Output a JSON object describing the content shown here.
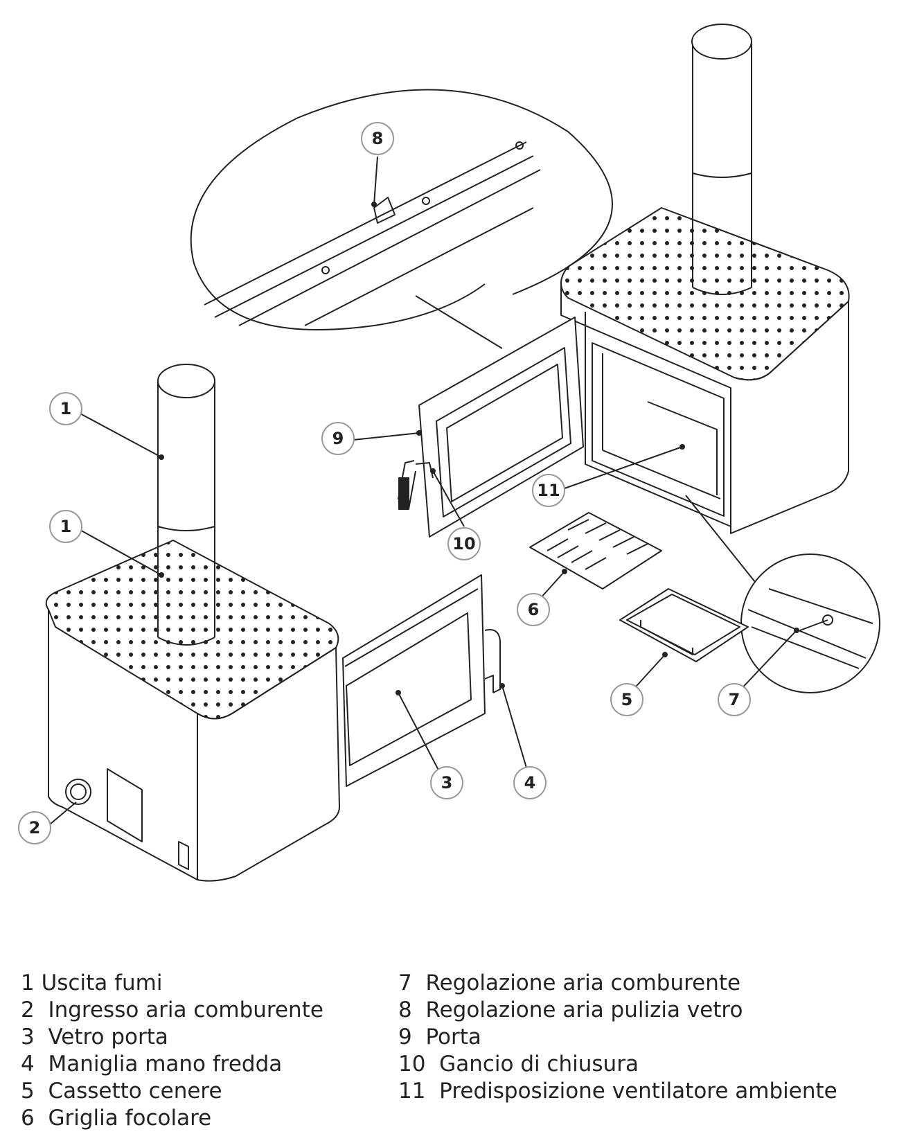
{
  "callouts": [
    {
      "n": "1"
    },
    {
      "n": "1"
    },
    {
      "n": "2"
    },
    {
      "n": "3"
    },
    {
      "n": "4"
    },
    {
      "n": "5"
    },
    {
      "n": "6"
    },
    {
      "n": "7"
    },
    {
      "n": "8"
    },
    {
      "n": "9"
    },
    {
      "n": "10"
    },
    {
      "n": "11"
    }
  ],
  "legend": {
    "left": [
      {
        "n": "1",
        "label": "Uscita fumi"
      },
      {
        "n": "2",
        "label": "Ingresso aria comburente"
      },
      {
        "n": "3",
        "label": "Vetro porta"
      },
      {
        "n": "4",
        "label": "Maniglia mano fredda"
      },
      {
        "n": "5",
        "label": "Cassetto cenere"
      },
      {
        "n": "6",
        "label": "Griglia focolare"
      }
    ],
    "right": [
      {
        "n": "7",
        "label": "Regolazione aria comburente"
      },
      {
        "n": "8",
        "label": "Regolazione aria pulizia vetro"
      },
      {
        "n": "9",
        "label": "Porta"
      },
      {
        "n": "10",
        "label": "Gancio di chiusura"
      },
      {
        "n": "11",
        "label": "Predisposizione ventilatore ambiente"
      }
    ]
  }
}
